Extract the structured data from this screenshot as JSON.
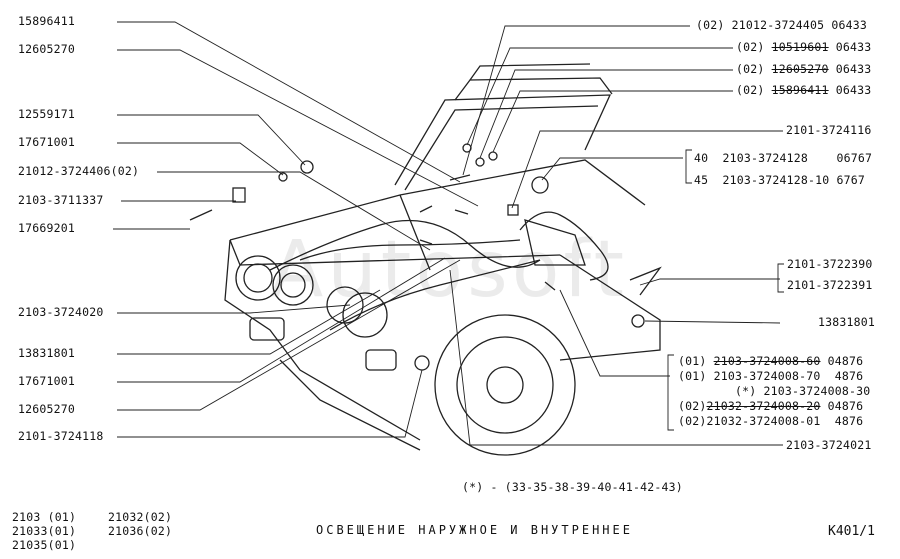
{
  "watermark": "Autosoft",
  "left_labels": [
    {
      "text": "15896411"
    },
    {
      "text": "12605270"
    },
    {
      "text": "12559171"
    },
    {
      "text": "17671001"
    },
    {
      "text": "21012-3724406(02)"
    },
    {
      "text": "2103-3711337"
    },
    {
      "text": "17669201"
    },
    {
      "text": "2103-3724020"
    },
    {
      "text": "13831801"
    },
    {
      "text": "17671001"
    },
    {
      "text": "12605270"
    },
    {
      "text": "2101-3724118"
    }
  ],
  "right_top": [
    {
      "prefix": "(02)",
      "code": "21012-3724405",
      "suffix": "06433"
    },
    {
      "prefix": "(02)",
      "code": "10519601",
      "suffix": "06433"
    },
    {
      "prefix": "(02)",
      "code": "12605270",
      "suffix": "06433"
    },
    {
      "prefix": "(02)",
      "code": "15896411",
      "suffix": "06433"
    }
  ],
  "right_single_a": "2101-3724116",
  "bracket_a": [
    {
      "qty": "40",
      "code": "2103-3724128",
      "suffix": "06767"
    },
    {
      "qty": "45",
      "code": "2103-3724128-10",
      "suffix": "6767"
    }
  ],
  "bracket_b": [
    "2101-3722390",
    "2101-3722391"
  ],
  "right_single_b": "13831801",
  "bracket_c": [
    {
      "prefix": "(01)",
      "code": "2103-3724008-60",
      "suffix": "04876"
    },
    {
      "prefix": "(01)",
      "code": "2103-3724008-70",
      "suffix": "4876"
    },
    {
      "prefix": "(*)",
      "code": "2103-3724008-30",
      "suffix": ""
    },
    {
      "prefix": "(02)",
      "code": "21032-3724008-20",
      "suffix": "04876"
    },
    {
      "prefix": "(02)",
      "code": "21032-3724008-01",
      "suffix": "4876"
    }
  ],
  "right_single_c": "2103-3724021",
  "footnote": "(*) - (33-35-38-39-40-41-42-43)",
  "models": [
    "2103 (01)",
    "21033(01)",
    "21035(01)",
    "21032(02)",
    "21036(02)"
  ],
  "title": "ОСВЕЩЕНИЕ НАРУЖНОЕ И ВНУТРЕННЕЕ",
  "sheet_code": "К401/1"
}
